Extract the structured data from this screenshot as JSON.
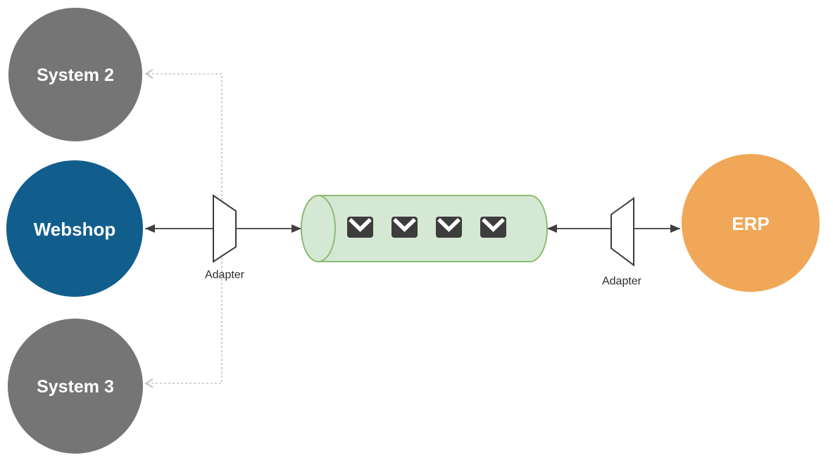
{
  "nodes": {
    "system2": {
      "label": "System 2",
      "fill": "#757575",
      "text_color": "#ffffff"
    },
    "webshop": {
      "label": "Webshop",
      "fill": "#115e8d",
      "text_color": "#ffffff"
    },
    "system3": {
      "label": "System 3",
      "fill": "#757575",
      "text_color": "#ffffff"
    },
    "erp": {
      "label": "ERP",
      "fill": "#f0a757",
      "text_color": "#ffffff"
    }
  },
  "adapters": {
    "left": {
      "label": "Adapter"
    },
    "right": {
      "label": "Adapter"
    }
  },
  "queue": {
    "fill": "#d5e8d4",
    "stroke": "#8fbc74",
    "message_count": 4,
    "message_color": "#3d3d3d",
    "message_icon": "envelope-icon"
  },
  "connectors": {
    "solid_color": "#3f3f3f",
    "dashed_color": "#c4c4c4",
    "label_color": "#2d2d2d"
  }
}
